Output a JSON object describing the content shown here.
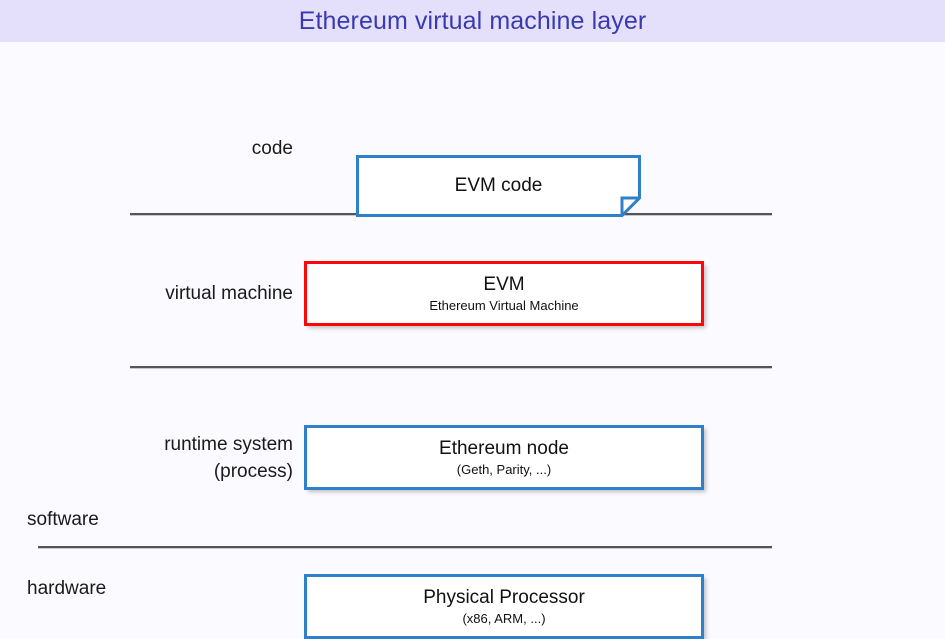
{
  "slide": {
    "title": "Ethereum virtual machine layer",
    "title_color": "#3a3ab0",
    "header_bg": "#e4e0fb",
    "body_bg": "#fbfaff"
  },
  "colors": {
    "blue_border": "#2f80c8",
    "red_border": "#fc0606",
    "divider": "#555555",
    "text": "#111111"
  },
  "row_labels": {
    "code": "code",
    "virtual_machine": "virtual machine",
    "runtime_system": "runtime system",
    "runtime_process": "(process)",
    "software": "software",
    "hardware": "hardware"
  },
  "boxes": {
    "evm_code": {
      "title": "EVM code",
      "shape": "note-folded-corner",
      "border_color": "#2f80c8"
    },
    "evm": {
      "title": "EVM",
      "subtitle": "Ethereum Virtual Machine",
      "shape": "rectangle",
      "border_color": "#fc0606"
    },
    "ethereum_node": {
      "title": "Ethereum node",
      "subtitle": "(Geth, Parity, ...)",
      "shape": "rectangle",
      "border_color": "#2f80c8"
    },
    "physical_processor": {
      "title": "Physical Processor",
      "subtitle": "(x86, ARM, ...)",
      "shape": "rectangle",
      "border_color": "#2f80c8"
    }
  }
}
